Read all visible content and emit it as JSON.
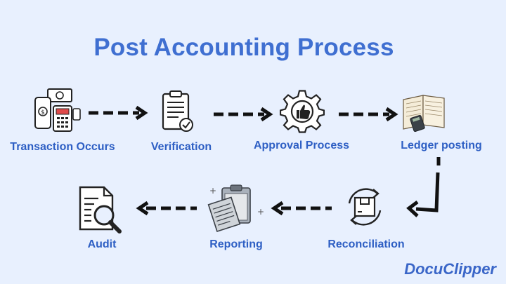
{
  "title": "Post Accounting Process",
  "steps": [
    {
      "label": "Transaction Occurs",
      "icon": "transaction-icon"
    },
    {
      "label": "Verification",
      "icon": "clipboard-check-icon"
    },
    {
      "label": "Approval Process",
      "icon": "gear-thumbs-up-icon"
    },
    {
      "label": "Ledger posting",
      "icon": "ledger-book-icon"
    },
    {
      "label": "Reconciliation",
      "icon": "reconciliation-box-icon"
    },
    {
      "label": "Reporting",
      "icon": "reports-icon"
    },
    {
      "label": "Audit",
      "icon": "audit-magnifier-icon"
    }
  ],
  "brand": "DocuClipper",
  "colors": {
    "background": "#e8f0fe",
    "title": "#3f6fd1",
    "label": "#2e5fc4",
    "arrow": "#111111"
  }
}
